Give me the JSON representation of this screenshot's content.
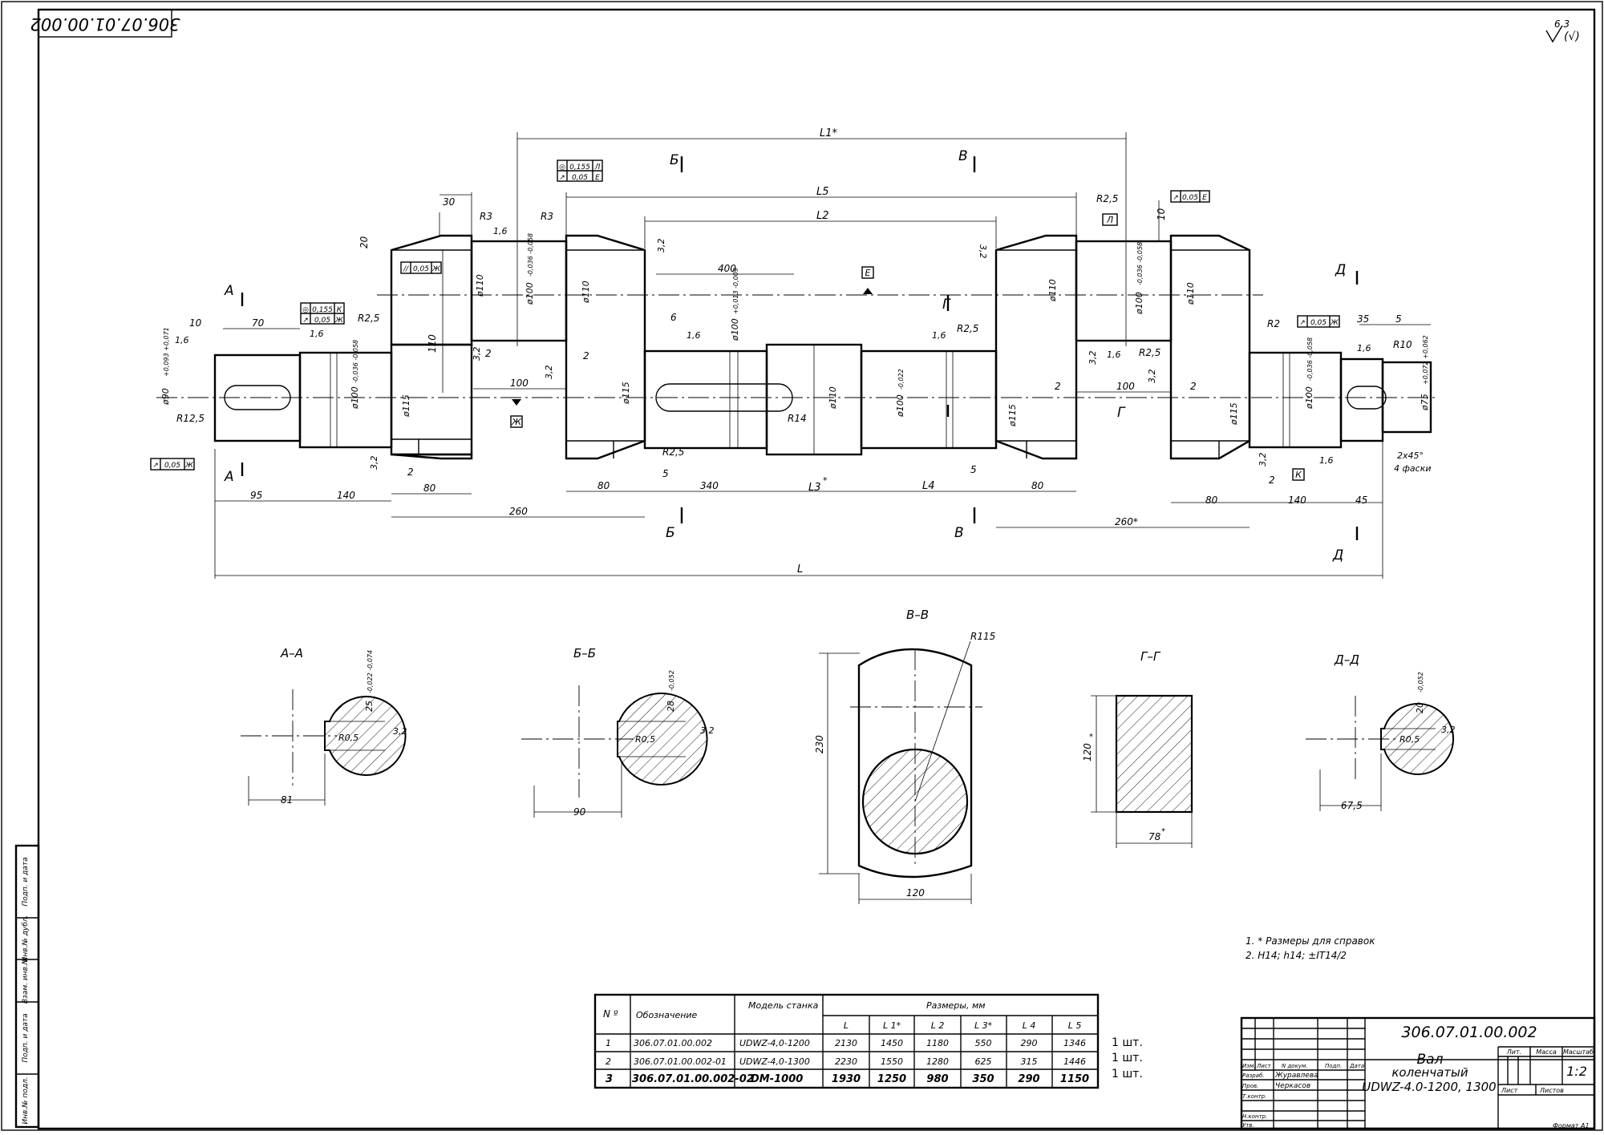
{
  "drawing": {
    "code_top_rotated": "306.07.01.00.002",
    "roughness_note": "6,3",
    "roughness_suffix": "(√)",
    "sheet_format": "Формат А1",
    "side_stamp": [
      "Подп. и дата",
      "Инв.№ дубл.",
      "Взам. инв.№",
      "Подп. и дата",
      "Инв.№ подл."
    ]
  },
  "main_view": {
    "section_letters": [
      "А",
      "Б",
      "В",
      "Г",
      "Д"
    ],
    "datum_labels": [
      "Е",
      "Ж",
      "К",
      "Л"
    ],
    "tolerance_frames": {
      "left_upper": [
        "◎",
        "0,155",
        "Л",
        "↗",
        "0,05",
        "Е"
      ],
      "left_pin": [
        "◎",
        "0,155",
        "К",
        "↗",
        "0,05",
        "Ж"
      ],
      "left_cheek": [
        "//",
        "0,05",
        "Ж"
      ],
      "right_top": [
        "↗",
        "0,05",
        "Е"
      ],
      "right_end": [
        "↗",
        "0,05",
        "Ж"
      ],
      "left_end": [
        "↗",
        "0,05",
        "Ж"
      ]
    },
    "dims": {
      "L1": "L1*",
      "L5": "L5",
      "L2": "L2",
      "L3": "L3",
      "L3_star": "*",
      "L4": "L4",
      "L": "L",
      "d30": "30",
      "d20": "20",
      "d10": "10",
      "d70": "70",
      "d10b": "10",
      "d400": "400",
      "d6": "6",
      "d100": "100",
      "d100b": "100",
      "d2a": "2",
      "d2b": "2",
      "d2c": "2",
      "d2d": "2",
      "d2e": "2",
      "d2f": "2",
      "d95": "95",
      "d140": "140",
      "d80a": "80",
      "d80b": "80",
      "d80c": "80",
      "d80d": "80",
      "d260a": "260",
      "d260b": "260*",
      "d340": "340",
      "d5a": "5",
      "d5b": "5",
      "d140b": "140",
      "d45": "45",
      "d35": "35",
      "d5c": "5",
      "d110v": "110",
      "chamfer": "2x45°",
      "chamfer_note": "4 фаски",
      "r125": "R12,5",
      "r3a": "R3",
      "r3b": "R3",
      "r25a": "R2,5",
      "r25b": "R2,5",
      "r25c": "R2,5",
      "r25d": "R2,5",
      "r25e": "R2,5",
      "r2": "R2",
      "r10": "R10",
      "r14": "R14",
      "ra16": "1,6",
      "ra32": "3,2",
      "dia90": "ø90",
      "dia90_tol": "+0,093 +0,071",
      "dia100a": "ø100",
      "dia100a_tol": "-0,036 -0,058",
      "dia115a": "ø115",
      "dia110a": "ø110",
      "dia100b": "ø100",
      "dia100b_tol": "-0,036 -0,058",
      "dia110b": "ø110",
      "dia115b": "ø115",
      "dia100c": "ø100",
      "dia100c_tol": "+0,013 -0,009",
      "dia110c": "ø110",
      "dia100d": "ø100",
      "dia100d_tol": "-0,022",
      "dia115c": "ø115",
      "dia110d": "ø110",
      "dia100e": "ø100",
      "dia100e_tol": "-0,036 -0,058",
      "dia110e": "ø110",
      "dia115d": "ø115",
      "dia100f": "ø100",
      "dia100f_tol": "-0,036 -0,058",
      "dia75": "ø75",
      "dia75_tol": "+0,072 +0,062"
    }
  },
  "sections": {
    "aa": {
      "title": "А–А",
      "r": "R0,5",
      "ra": "3,2",
      "depth": "25",
      "tol": "-0,022 -0,074",
      "width": "81"
    },
    "bb": {
      "title": "Б–Б",
      "r": "R0,5",
      "ra": "3,2",
      "depth": "28",
      "tol": "-0,052",
      "width": "90"
    },
    "vv": {
      "title": "В–В",
      "r": "R115",
      "height": "230",
      "width": "120"
    },
    "gg": {
      "title": "Г–Г",
      "height": "120",
      "height_star": "*",
      "width": "78",
      "width_star": "*"
    },
    "dd": {
      "title": "Д–Д",
      "r": "R0,5",
      "ra": "3,2",
      "depth": "20",
      "tol": "-0,052",
      "width": "67,5"
    }
  },
  "notes": [
    "1. * Размеры для справок",
    "2. Н14; h14; ±IT14/2"
  ],
  "variants_table": {
    "headers": {
      "num": "N º",
      "designation": "Обозначение",
      "model": "Модель станка",
      "sizes": "Размеры, мм"
    },
    "size_cols": [
      "L",
      "L 1*",
      "L 2",
      "L 3*",
      "L 4",
      "L 5"
    ],
    "rows": [
      {
        "num": "1",
        "designation": "306.07.01.00.002",
        "model": "UDWZ-4,0-1200",
        "vals": [
          "2130",
          "1450",
          "1180",
          "550",
          "290",
          "1346"
        ],
        "qty": "1 шт."
      },
      {
        "num": "2",
        "designation": "306.07.01.00.002-01",
        "model": "UDWZ-4,0-1300",
        "vals": [
          "2230",
          "1550",
          "1280",
          "625",
          "315",
          "1446"
        ],
        "qty": "1 шт."
      },
      {
        "num": "3",
        "designation": "306.07.01.00.002-02",
        "model": "DM-1000",
        "vals": [
          "1930",
          "1250",
          "980",
          "350",
          "290",
          "1150"
        ],
        "qty": "1 шт."
      }
    ]
  },
  "title_block": {
    "code": "306.07.01.00.002",
    "name_line1": "Вал",
    "name_line2": "коленчатый",
    "name_line3": "UDWZ-4.0-1200, 1300",
    "scale": "1:2",
    "col_izm": "Изм.",
    "col_list": "Лист",
    "col_ndoc": "N докум.",
    "col_podp": "Подп.",
    "col_data": "Дата",
    "razrab": "Разраб.",
    "razrab_name": "Журавлева",
    "prov": "Пров.",
    "prov_name": "Черкасов",
    "tkontr": "Т.контр.",
    "nkontr": "Н.контр.",
    "utv": "Утв.",
    "lit": "Лит.",
    "massa": "Масса",
    "masshtab": "Масштаб",
    "list": "Лист",
    "listov": "Листов"
  }
}
